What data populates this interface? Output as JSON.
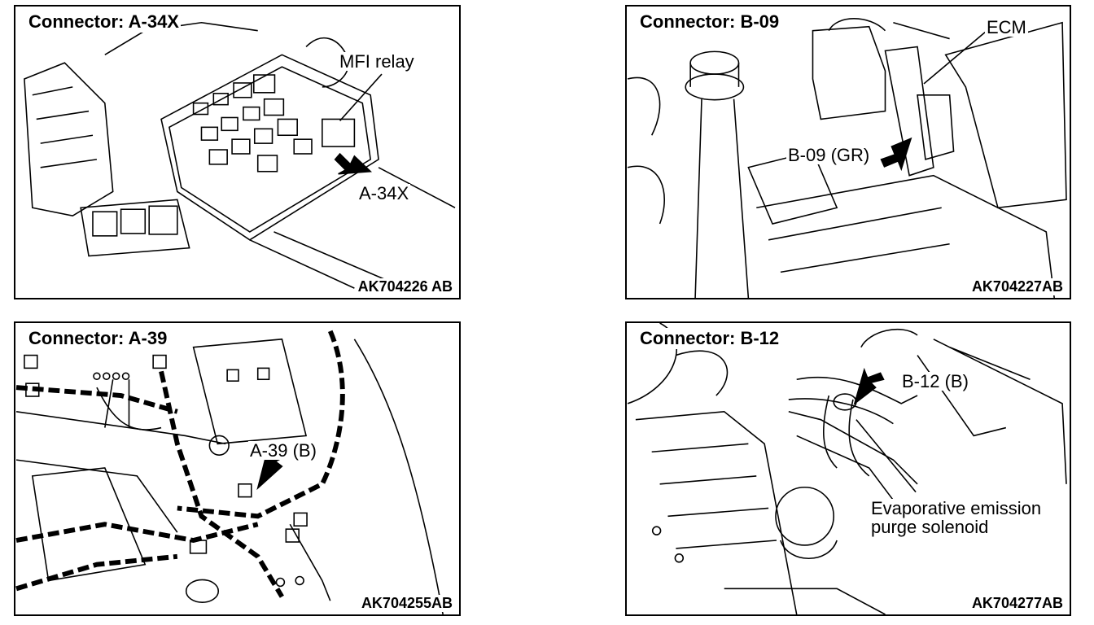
{
  "panels": [
    {
      "title": "Connector: A-34X",
      "figure_id": "AK704226 AB",
      "callouts": {
        "relay": "MFI relay",
        "connector": "A-34X"
      }
    },
    {
      "title": "Connector: B-09",
      "figure_id": "AK704227AB",
      "callouts": {
        "ecm": "ECM",
        "connector": "B-09 (GR)"
      }
    },
    {
      "title": "Connector: A-39",
      "figure_id": "AK704255AB",
      "callouts": {
        "connector": "A-39 (B)"
      }
    },
    {
      "title": "Connector: B-12",
      "figure_id": "AK704277AB",
      "callouts": {
        "connector": "B-12 (B)",
        "component_line1": "Evaporative emission",
        "component_line2": "purge solenoid"
      }
    }
  ]
}
